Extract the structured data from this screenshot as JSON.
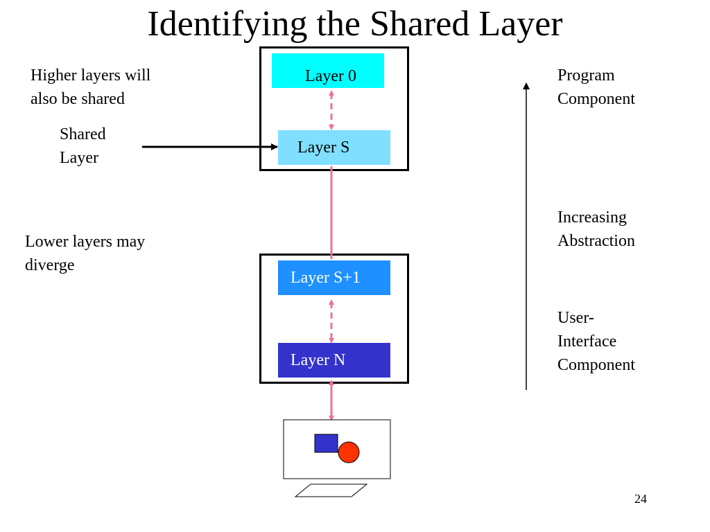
{
  "slide": {
    "title": "Identifying the Shared Layer",
    "page_number": "24"
  },
  "left_notes": {
    "higher_line1": "Higher layers will",
    "higher_line2": "also be shared",
    "shared_line1": "Shared",
    "shared_line2": "Layer",
    "lower_line1": "Lower layers may",
    "lower_line2": "diverge"
  },
  "layers": {
    "layer0": {
      "label": "Layer 0",
      "color": "#00ffff"
    },
    "layerS": {
      "label": "Layer S",
      "color": "#80dfff"
    },
    "layerS1": {
      "label": "Layer S+1",
      "color": "#1e90ff"
    },
    "layerN": {
      "label": "Layer N",
      "color": "#3333cc"
    }
  },
  "right_notes": {
    "program_line1": "Program",
    "program_line2": "Component",
    "abstraction_line1": "Increasing",
    "abstraction_line2": "Abstraction",
    "ui_line1": "User-",
    "ui_line2": "Interface",
    "ui_line3": "Component"
  },
  "colors": {
    "connector": "#ee6fa0",
    "screen_square": "#3333cc",
    "screen_circle": "#ff3300"
  }
}
